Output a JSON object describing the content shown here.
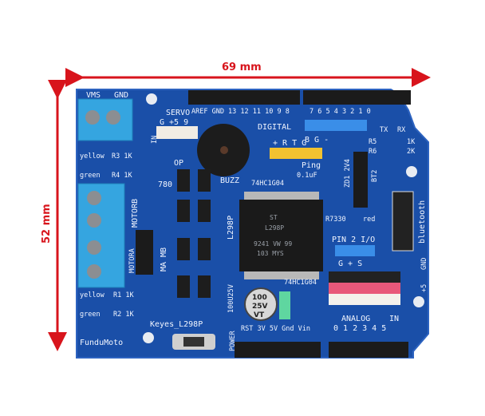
{
  "dimensions": {
    "width_label": "69 mm",
    "height_label": "52 mm",
    "arrow_color": "#d8141c"
  },
  "board": {
    "color": "#1a4fa8",
    "labels": {
      "vms": "VMS",
      "gnd": "GND",
      "servo": "SERVO",
      "servo_pins": "G +5 9",
      "in": "IN",
      "op": "OP",
      "buzz": "BUZZ",
      "ic_74hc1g04_top": "74HC1G04",
      "cap_01uf": "0.1uF",
      "digital": "DIGITAL",
      "digital_pins": "AREF GND 13 12 11 10 9 8",
      "digital_pins2": "7 6 5 4 3 2 1 0",
      "tx": "TX",
      "rx": "RX",
      "bg_pins": "B G -",
      "ping_pins": "+ R T G",
      "ping": "Ping",
      "r5": "R5",
      "r6": "R6",
      "r5_val": "1K",
      "r6_val": "2K",
      "zd1": "ZD1 2V4",
      "bt2": "BT2",
      "r7": "R7330",
      "red": "red",
      "bluetooth": "bluetooth",
      "yellow1": "yellow",
      "r3": "R3 1K",
      "green1": "green",
      "r4": "R4 1K",
      "reg_7805": "780",
      "motorb": "MOTORB",
      "motora": "MOTORA",
      "ma_mb": "MA MB",
      "l298p_side": "L298P",
      "chip_brand": "ST",
      "chip_name": "L298P",
      "chip_code1": "9241 VW 99",
      "chip_code2": "103 MYS",
      "pin2": "PIN 2 I/O",
      "gs_pins": "G + S",
      "gnd_right": "GND",
      "plus5": "+5",
      "yellow2": "yellow",
      "r1": "R1 1K",
      "green2": "green",
      "r2": "R2 1K",
      "keyes": "Keyes_L298P",
      "fundumoto": "FunduMoto",
      "cap_side": "100U25V",
      "cap_top": "100",
      "cap_mid": "25V",
      "cap_bot": "VT",
      "ic_74hc1g04_bot": "74HC1G04",
      "power": "POWER",
      "power_pins": "RST 3V 5V Gnd Vin",
      "analog": "ANALOG",
      "analog_in": "IN",
      "analog_pins": "0 1 2 3 4 5"
    }
  }
}
